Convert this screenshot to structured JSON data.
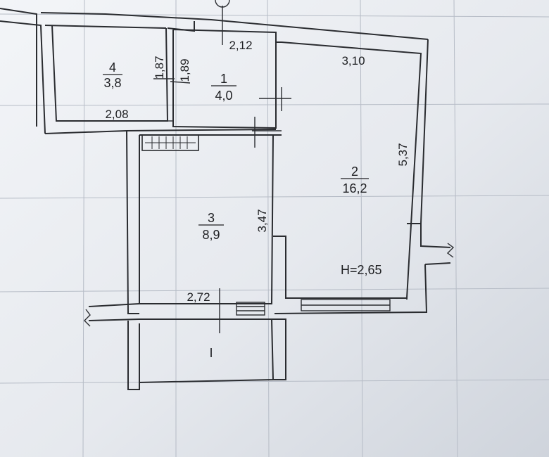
{
  "plan": {
    "rooms": [
      {
        "number": "1",
        "area": "4,0"
      },
      {
        "number": "2",
        "area": "16,2"
      },
      {
        "number": "3",
        "area": "8,9"
      },
      {
        "number": "4",
        "area": "3,8"
      }
    ],
    "balcony_label": "I",
    "ceiling_height": "H=2,65",
    "dimensions": {
      "room4_height": "1,87",
      "room4_width": "2,08",
      "room1_height": "1,89",
      "room1_width": "2,12",
      "room2_width": "3,10",
      "room2_height": "5,37",
      "room3_height": "3,47",
      "room3_width": "2,72"
    }
  },
  "colors": {
    "paper": "#eef1f5",
    "ink": "#2a2c30",
    "grid": "#b6bcc6"
  }
}
